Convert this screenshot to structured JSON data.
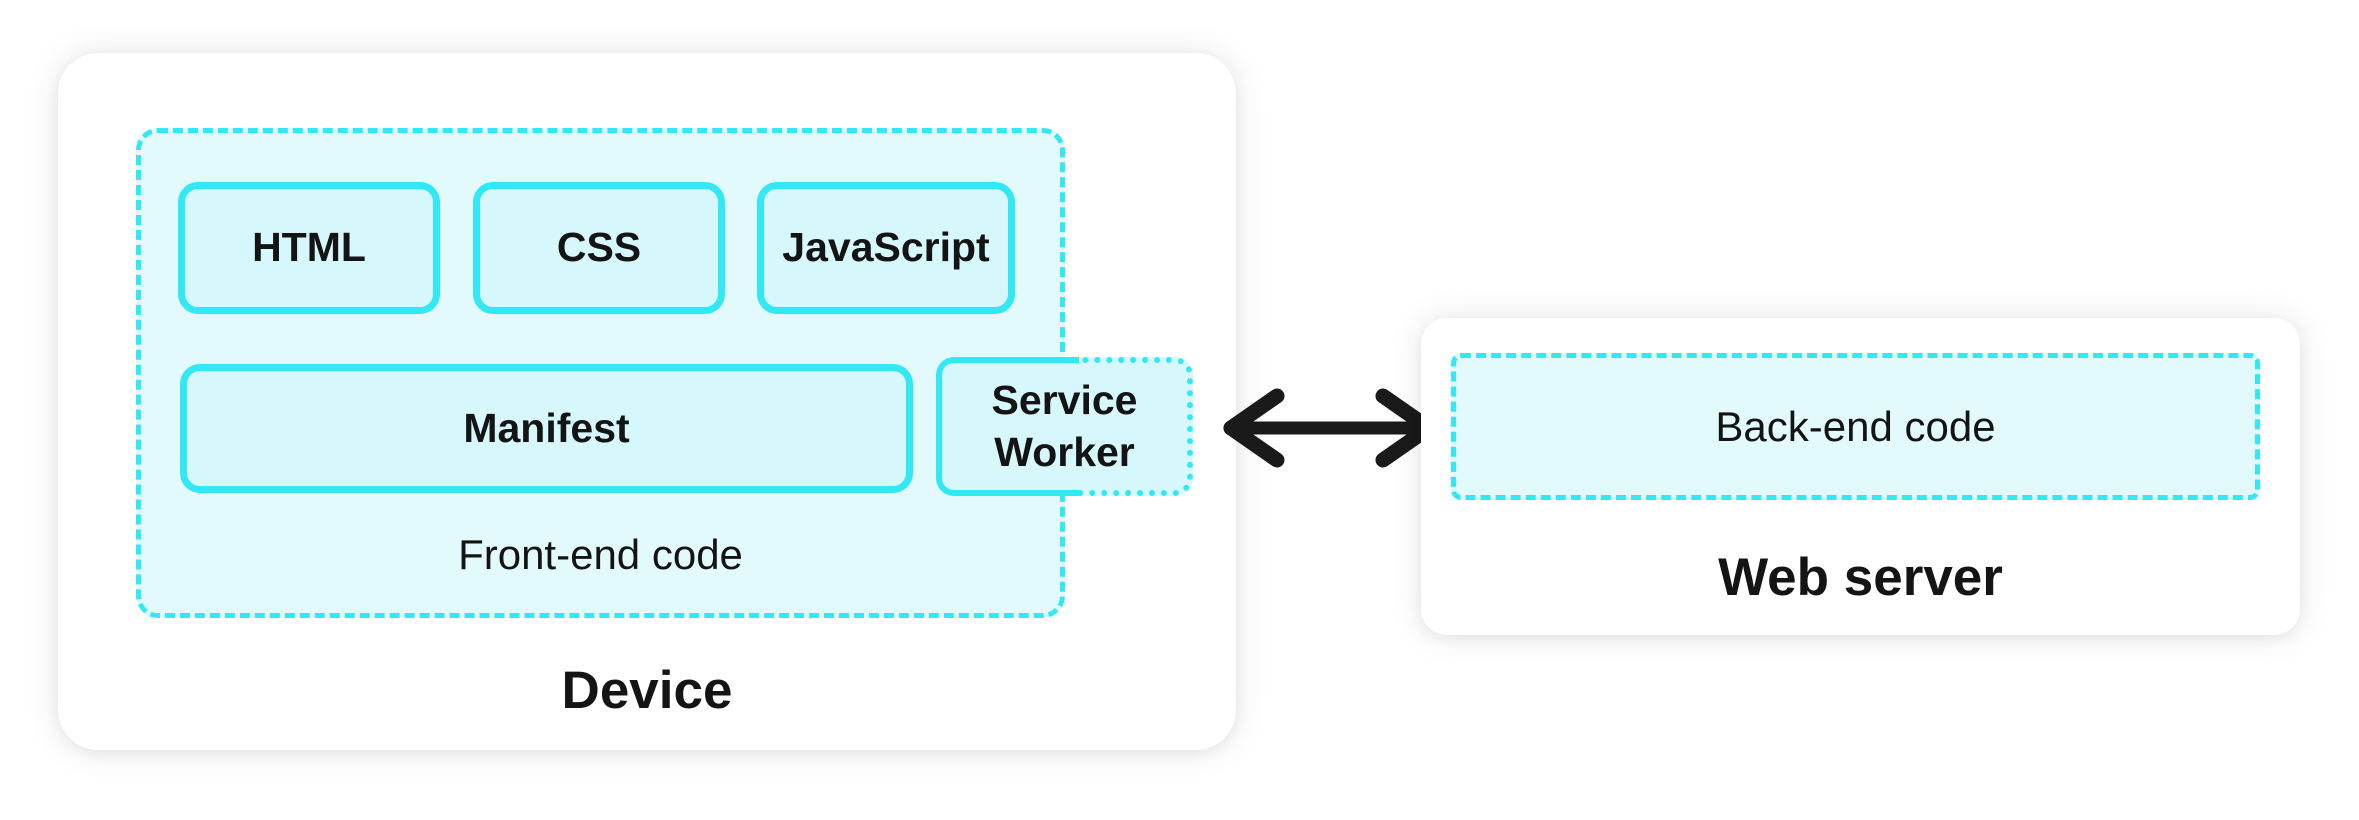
{
  "colors": {
    "cyan": "#33E8F5",
    "chip_fill": "#D6F7FB",
    "group_fill": "#E3FAFD",
    "panel_fill": "#FFFFFF",
    "canvas_bg": "#FFFFFF",
    "text": "#141414",
    "arrow": "#1A1A1A"
  },
  "device": {
    "label": "Device",
    "frontend": {
      "label": "Front-end code",
      "nodes": [
        {
          "label": "HTML"
        },
        {
          "label": "CSS"
        },
        {
          "label": "JavaScript"
        },
        {
          "label": "Manifest"
        },
        {
          "label": "Service Worker"
        }
      ]
    }
  },
  "arrow": {
    "icon": "left-right-arrow"
  },
  "server": {
    "label": "Web server",
    "backend": {
      "label": "Back-end code"
    }
  }
}
